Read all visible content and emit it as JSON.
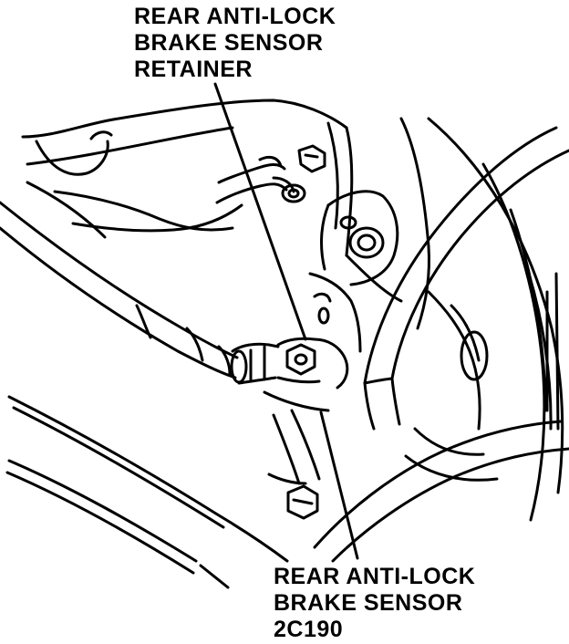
{
  "callouts": {
    "retainer": {
      "lines": [
        "REAR ANTI-LOCK",
        "BRAKE SENSOR",
        "RETAINER"
      ]
    },
    "sensor": {
      "lines": [
        "REAR ANTI-LOCK",
        "BRAKE SENSOR",
        "2C190"
      ]
    }
  },
  "colors": {
    "ink": "#000000",
    "paper": "#ffffff"
  }
}
